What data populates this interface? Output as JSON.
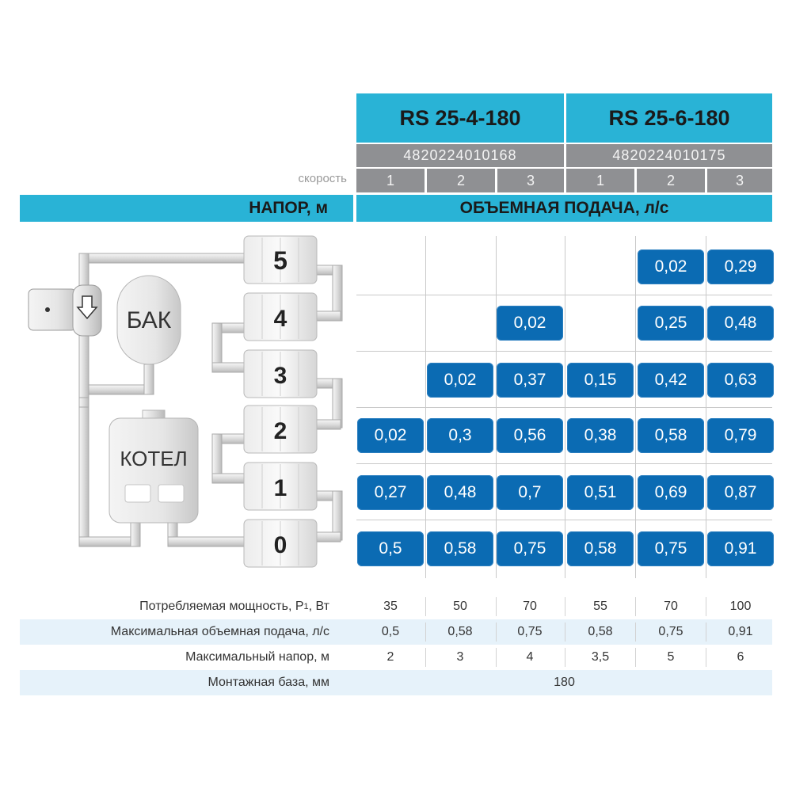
{
  "models": [
    {
      "name": "RS 25-4-180",
      "code": "4820224010168"
    },
    {
      "name": "RS 25-6-180",
      "code": "4820224010175"
    }
  ],
  "speed_label": "скорость",
  "speeds": [
    "1",
    "2",
    "3",
    "1",
    "2",
    "3"
  ],
  "head_label": "НАПОР, м",
  "flow_label": "ОБЪЕМНАЯ ПОДАЧА, л/с",
  "diagram": {
    "tank_label": "БАК",
    "boiler_label": "КОТЕЛ",
    "radiators": [
      "5",
      "4",
      "3",
      "2",
      "1",
      "0"
    ]
  },
  "flow_table": [
    [
      "",
      "",
      "",
      "",
      "0,02",
      "0,29"
    ],
    [
      "",
      "",
      "0,02",
      "",
      "0,25",
      "0,48"
    ],
    [
      "",
      "0,02",
      "0,37",
      "0,15",
      "0,42",
      "0,63"
    ],
    [
      "0,02",
      "0,3",
      "0,56",
      "0,38",
      "0,58",
      "0,79"
    ],
    [
      "0,27",
      "0,48",
      "0,7",
      "0,51",
      "0,69",
      "0,87"
    ],
    [
      "0,5",
      "0,58",
      "0,75",
      "0,58",
      "0,75",
      "0,91"
    ]
  ],
  "specs": [
    {
      "label_pre": "Потребляемая мощность, P",
      "label_sub": "1",
      "label_post": ", Вт",
      "values": [
        "35",
        "50",
        "70",
        "55",
        "70",
        "100"
      ]
    },
    {
      "label_pre": "Максимальная объемная подача, л/с",
      "label_sub": "",
      "label_post": "",
      "values": [
        "0,5",
        "0,58",
        "0,75",
        "0,58",
        "0,75",
        "0,91"
      ]
    },
    {
      "label_pre": "Максимальный напор, м",
      "label_sub": "",
      "label_post": "",
      "values": [
        "2",
        "3",
        "4",
        "3,5",
        "5",
        "6"
      ]
    },
    {
      "label_pre": "Монтажная база, мм",
      "label_sub": "",
      "label_post": "",
      "values": [
        "180"
      ]
    }
  ]
}
